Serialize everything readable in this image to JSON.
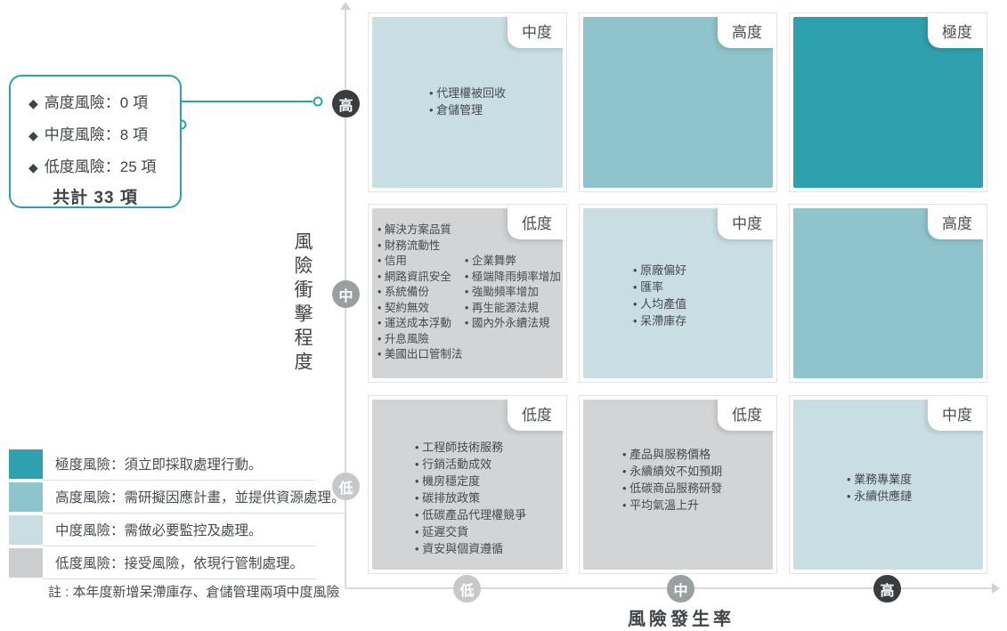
{
  "summary": {
    "diamond_icon": "◆",
    "items": [
      "高度風險：0 項",
      "中度風險：8 項",
      "低度風險：25 項"
    ],
    "total": "共計 33 項"
  },
  "axes": {
    "y": {
      "title": "風險衝擊程度",
      "markers": [
        {
          "label": "高"
        },
        {
          "label": "中"
        },
        {
          "label": "低"
        }
      ]
    },
    "x": {
      "title": "風險發生率",
      "markers": [
        {
          "label": "低"
        },
        {
          "label": "中"
        },
        {
          "label": "高"
        }
      ]
    }
  },
  "grid": {
    "cells": [
      {
        "badge": "中度",
        "level": "medium",
        "items": [
          "代理權被回收",
          "倉儲管理"
        ]
      },
      {
        "badge": "高度",
        "level": "high",
        "items": []
      },
      {
        "badge": "極度",
        "level": "extreme",
        "items": []
      },
      {
        "badge": "低度",
        "level": "low",
        "items_col1": [
          "解決方案品質",
          "財務流動性",
          "信用",
          "網路資訊安全",
          "系統備份",
          "契約無效",
          "運送成本浮動",
          "升息風險",
          "美國出口管制法"
        ],
        "items_col2": [
          "企業舞弊",
          "極端降雨頻率增加",
          "強颱頻率增加",
          "再生能源法規",
          "國內外永續法規"
        ]
      },
      {
        "badge": "中度",
        "level": "medium",
        "items": [
          "原廠偏好",
          "匯率",
          "人均產值",
          "呆滯庫存"
        ]
      },
      {
        "badge": "高度",
        "level": "high",
        "items": []
      },
      {
        "badge": "低度",
        "level": "low",
        "items": [
          "工程師技術服務",
          "行銷活動成效",
          "機房穩定度",
          "碳排放政策",
          "低碳產品代理權競爭",
          "延遲交貨",
          "資安與個資遵循"
        ]
      },
      {
        "badge": "低度",
        "level": "low",
        "items": [
          "產品與服務價格",
          "永續績效不如預期",
          "低碳商品服務研發",
          "平均氣溫上升"
        ]
      },
      {
        "badge": "中度",
        "level": "medium",
        "items": [
          "業務專業度",
          "永續供應鏈"
        ]
      }
    ]
  },
  "legend": {
    "items": [
      {
        "label": "極度風險：須立即採取處理行動。",
        "color": "#2fa0ad"
      },
      {
        "label": "高度風險：需研擬因應計畫，並提供資源處理。",
        "color": "#8fc4cc"
      },
      {
        "label": "中度風險：需做必要監控及處理。",
        "color": "#c8dee3"
      },
      {
        "label": "低度風險：接受風險，依現行管制處理。",
        "color": "#ccced0"
      }
    ],
    "note": "註 : 本年度新增呆滯庫存、倉儲管理兩項中度風險"
  },
  "colors": {
    "accent": "#2aa2ae",
    "level_extreme": "#2fa0ad",
    "level_high": "#8fc4cc",
    "level_medium": "#c8dee3",
    "level_low": "#d2d4d6",
    "marker_dark": "#393d40",
    "marker_mid": "#9aa0a2",
    "marker_light": "#c6c8ca",
    "axis_line": "#d9dadb"
  }
}
